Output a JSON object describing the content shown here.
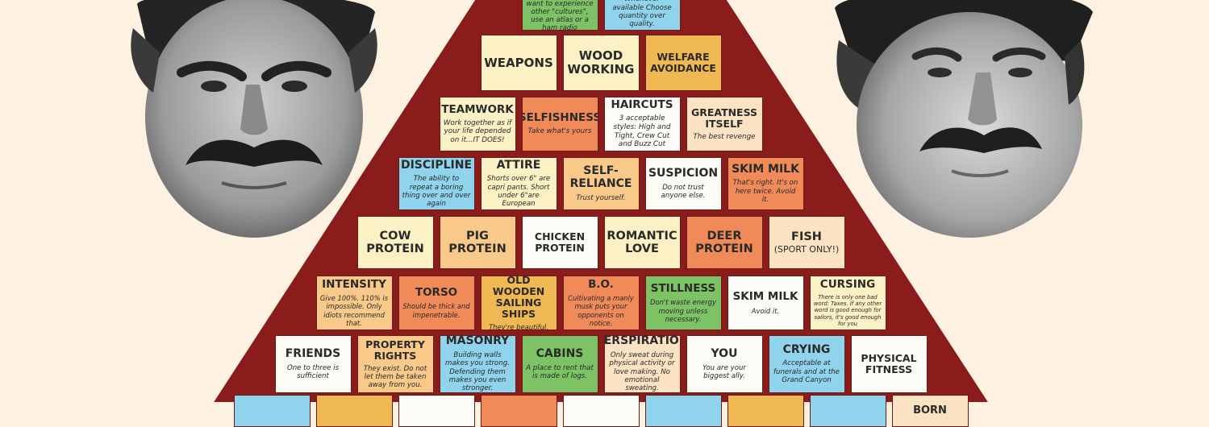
{
  "colors": {
    "background": "#fdf1e2",
    "border": "#8a1c1c",
    "fill_map": {
      "cream": "#fbf1c4",
      "orange": "#f08a58",
      "lightorange": "#f9c98a",
      "green": "#7dc265",
      "blue": "#8fd3ec",
      "white": "#fdfbf6",
      "gold": "#f0b852",
      "peach": "#fbe2c2"
    }
  },
  "rows": [
    {
      "cells": [
        {
          "title": "",
          "desc": "matters. If you want to experience other \"cultures\", use an atlas or a ham radio",
          "fill": "green"
        },
        {
          "title": "",
          "desc": "Whenever available Choose quantity over quality.",
          "fill": "blue"
        }
      ]
    },
    {
      "cells": [
        {
          "title": "WEAPONS",
          "desc": "",
          "fill": "cream"
        },
        {
          "title": "WOOD WORKING",
          "desc": "",
          "fill": "cream"
        },
        {
          "title": "WELFARE AVOIDANCE",
          "desc": "",
          "fill": "gold"
        }
      ]
    },
    {
      "cells": [
        {
          "title": "TEAMWORK",
          "desc": "Work together as if your life depended on it...IT DOES!",
          "fill": "cream"
        },
        {
          "title": "SELFISHNESS",
          "desc": "Take what's yours",
          "fill": "orange"
        },
        {
          "title": "HAIRCUTS",
          "desc": "3 acceptable styles: High and Tight, Crew Cut and Buzz Cut",
          "fill": "white"
        },
        {
          "title": "GREATNESS ITSELF",
          "desc": "The best revenge",
          "fill": "peach"
        }
      ]
    },
    {
      "cells": [
        {
          "title": "DISCIPLINE",
          "desc": "The ability to repeat a boring thing over and over again",
          "fill": "blue"
        },
        {
          "title": "ATTIRE",
          "desc": "Shorts over 6\" are capri pants. Short under 6\"are European",
          "fill": "cream"
        },
        {
          "title": "SELF-RELIANCE",
          "desc": "Trust yourself.",
          "fill": "lightorange"
        },
        {
          "title": "SUSPICION",
          "desc": "Do not trust anyone else.",
          "fill": "white"
        },
        {
          "title": "SKIM MILK",
          "desc": "That's right. It's on here twice. Avoid it.",
          "fill": "orange"
        }
      ]
    },
    {
      "cells": [
        {
          "title": "COW PROTEIN",
          "desc": "",
          "fill": "cream"
        },
        {
          "title": "PIG PROTEIN",
          "desc": "",
          "fill": "lightorange"
        },
        {
          "title": "CHICKEN PROTEIN",
          "desc": "",
          "fill": "white"
        },
        {
          "title": "ROMANTIC LOVE",
          "desc": "",
          "fill": "cream"
        },
        {
          "title": "DEER PROTEIN",
          "desc": "",
          "fill": "orange"
        },
        {
          "title": "FISH",
          "desc": "(SPORT ONLY!)",
          "fill": "peach"
        }
      ]
    },
    {
      "cells": [
        {
          "title": "INTENSITY",
          "desc": "Give 100%. 110% is impossible. Only idiots recommend that.",
          "fill": "lightorange"
        },
        {
          "title": "TORSO",
          "desc": "Should be thick and impenetrable.",
          "fill": "orange"
        },
        {
          "title": "OLD WOODEN SAILING SHIPS",
          "desc": "They're beautiful.",
          "fill": "gold"
        },
        {
          "title": "B.O.",
          "desc": "Cultivating a manly musk puts your opponents on notice.",
          "fill": "orange"
        },
        {
          "title": "STILLNESS",
          "desc": "Don't waste energy moving unless necessary.",
          "fill": "green"
        },
        {
          "title": "SKIM MILK",
          "desc": "Avoid it.",
          "fill": "white"
        },
        {
          "title": "CURSING",
          "desc": "There is only one bad word: Taxes. If any other word is good enough for sailors, it's good enough for you",
          "fill": "cream"
        }
      ]
    },
    {
      "cells": [
        {
          "title": "FRIENDS",
          "desc": "One to three is sufficient",
          "fill": "white"
        },
        {
          "title": "PROPERTY RIGHTS",
          "desc": "They exist. Do not let them be taken away from you.",
          "fill": "lightorange"
        },
        {
          "title": "MASONRY",
          "desc": "Building walls makes you strong. Defending them makes you even stronger.",
          "fill": "blue"
        },
        {
          "title": "CABINS",
          "desc": "A place to rent that is made of logs.",
          "fill": "green"
        },
        {
          "title": "PERSPIRATION",
          "desc": "Only sweat during physical activity or love making. No emotional sweating.",
          "fill": "peach"
        },
        {
          "title": "YOU",
          "desc": "You are your biggest ally.",
          "fill": "white"
        },
        {
          "title": "CRYING",
          "desc": "Acceptable at funerals and at the Grand Canyon",
          "fill": "blue"
        },
        {
          "title": "PHYSICAL FITNESS",
          "desc": "",
          "fill": "white"
        }
      ]
    },
    {
      "cells": [
        {
          "title": "",
          "desc": "",
          "fill": "blue"
        },
        {
          "title": "",
          "desc": "",
          "fill": "gold"
        },
        {
          "title": "",
          "desc": "",
          "fill": "white"
        },
        {
          "title": "",
          "desc": "",
          "fill": "orange"
        },
        {
          "title": "",
          "desc": "",
          "fill": "white"
        },
        {
          "title": "",
          "desc": "",
          "fill": "blue"
        },
        {
          "title": "",
          "desc": "",
          "fill": "gold"
        },
        {
          "title": "",
          "desc": "",
          "fill": "blue"
        },
        {
          "title": "BORN",
          "desc": "",
          "fill": "peach"
        }
      ]
    }
  ]
}
